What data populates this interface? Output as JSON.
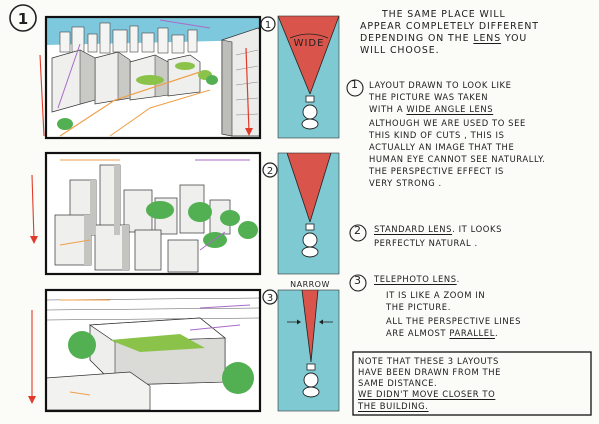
{
  "page_label": "1",
  "panels": [
    {
      "number": "1"
    },
    {
      "number": "2"
    },
    {
      "number": "3"
    }
  ],
  "cones": {
    "wide_label": "WIDE",
    "narrow_label": "NARROW"
  },
  "header": {
    "lines": [
      "THE SAME PLACE WILL",
      "APPEAR COMPLETELY DIFFERENT",
      "DEPENDING ON THE",
      "LENS",
      "YOU",
      "WILL CHOOSE."
    ]
  },
  "sections": [
    {
      "number": "1",
      "lines": [
        "LAYOUT DRAWN TO LOOK LIKE",
        "THE PICTURE WAS TAKEN",
        "WITH A",
        "WIDE ANGLE LENS",
        "ALTHOUGH WE ARE USED TO SEE",
        "THIS KIND OF CUTS , THIS IS",
        "ACTUALLY AN IMAGE THAT THE",
        "HUMAN EYE CANNOT SEE NATURALLY.",
        "THE PERSPECTIVE EFFECT IS",
        "VERY STRONG ."
      ]
    },
    {
      "number": "2",
      "lines": [
        "STANDARD LENS",
        ". IT LOOKS",
        "PERFECTLY NATURAL ."
      ]
    },
    {
      "number": "3",
      "lines": [
        "TELEPHOTO LENS",
        ".",
        "IT IS LIKE A ZOOM IN",
        "THE PICTURE.",
        "ALL THE PERSPECTIVE LINES",
        "ARE ALMOST",
        "PARALLEL",
        "."
      ]
    }
  ],
  "note": {
    "lines": [
      "NOTE THAT THESE 3 LAYOUTS",
      "HAVE BEEN DRAWN FROM THE",
      "SAME DISTANCE.",
      "WE DIDN'T MOVE CLOSER TO",
      "THE BUILDING."
    ]
  },
  "colors": {
    "sky_blue": "#7fc9d2",
    "cone_red": "#d9544a",
    "arrow_red": "#e23a2a",
    "arrow_purple": "#a86cc9",
    "arrow_orange": "#eea04a",
    "tree_green": "#52b052",
    "grass_green": "#8bc34a",
    "sky_panel1": "#7ec8de"
  }
}
